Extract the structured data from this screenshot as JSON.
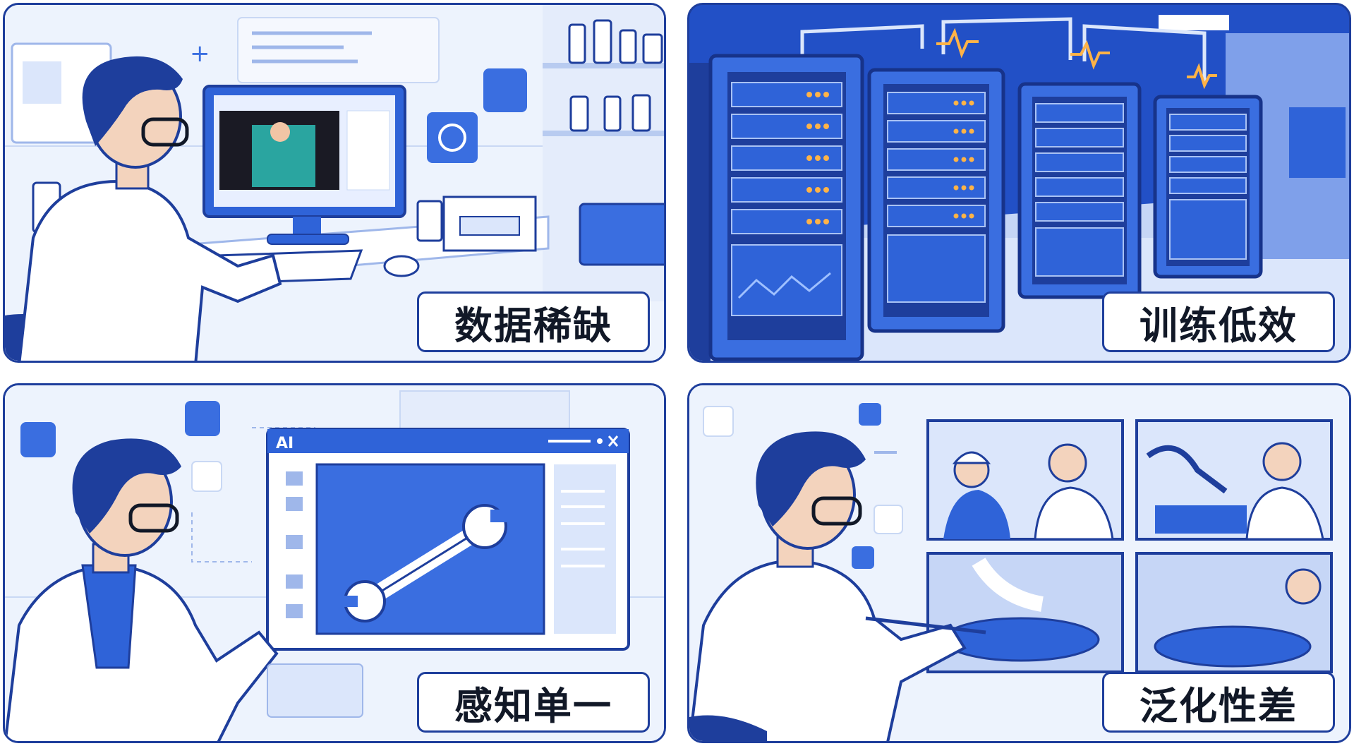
{
  "panels": [
    {
      "id": "data-scarcity",
      "label": "数据稀缺"
    },
    {
      "id": "training-inefficiency",
      "label": "训练低效"
    },
    {
      "id": "single-perception",
      "label": "感知单一"
    },
    {
      "id": "poor-generalization",
      "label": "泛化性差"
    }
  ],
  "ai_window": {
    "title": "AI"
  },
  "colors": {
    "primary": "#1e3e9c",
    "accent": "#2f63d8",
    "light": "#dbe6fb",
    "background": "#edf3fd"
  }
}
